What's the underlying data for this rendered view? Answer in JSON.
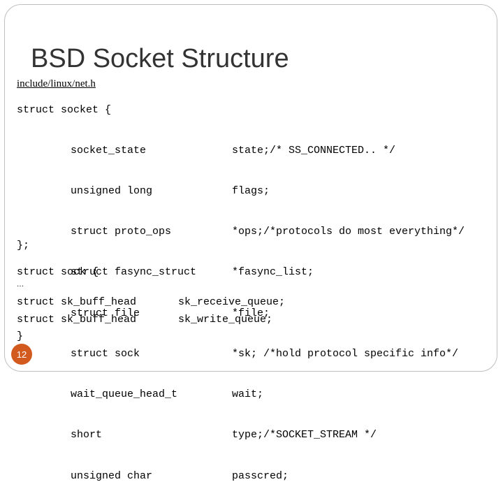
{
  "slide": {
    "title": "BSD Socket Structure",
    "header_path": "include/linux/net.h",
    "page_number": "12"
  },
  "socket_struct": {
    "open": "struct socket {",
    "types": [
      "socket_state",
      "unsigned long",
      "struct proto_ops",
      "struct fasync_struct",
      "struct file",
      "struct sock",
      "wait_queue_head_t",
      "short",
      "unsigned char"
    ],
    "fields": [
      "state;/* SS_CONNECTED.. */",
      "flags;",
      "*ops;/*protocols do most everything*/",
      "*fasync_list;",
      "*file;",
      "*sk; /*hold protocol specific info*/",
      "wait;",
      "type;/*SOCKET_STREAM */",
      "passcred;"
    ],
    "close": "};"
  },
  "sock_struct": {
    "open": "struct sock {",
    "ellipsis": "…",
    "rows": [
      {
        "type": "struct sk_buff_head",
        "field": "sk_receive_queue;"
      },
      {
        "type": "struct sk_buff_head",
        "field": "sk_write_queue;"
      }
    ],
    "close": "}"
  }
}
